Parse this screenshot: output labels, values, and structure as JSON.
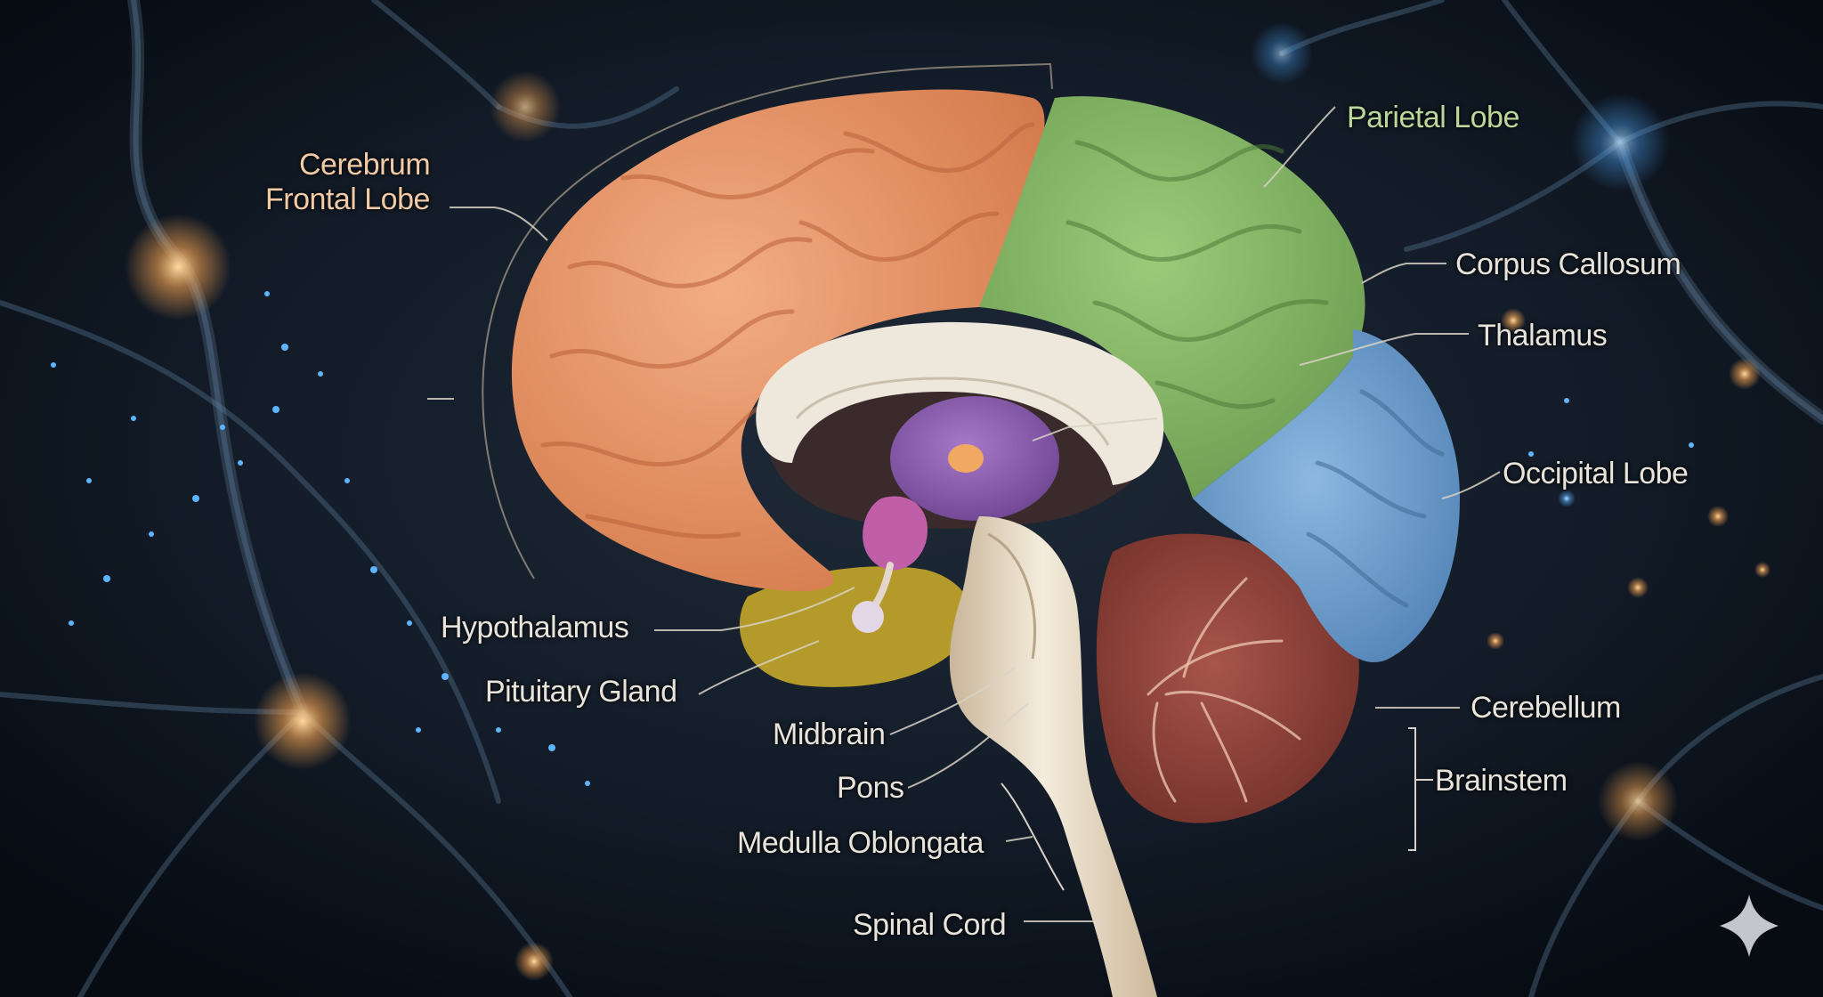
{
  "diagram": {
    "labels": {
      "cerebrum": "Cerebrum",
      "frontal_lobe": "Frontal Lobe",
      "parietal_lobe": "Parietal Lobe",
      "corpus_callosum": "Corpus Callosum",
      "thalamus": "Thalamus",
      "occipital_lobe": "Occipital Lobe",
      "hypothalamus": "Hypothalamus",
      "pituitary_gland": "Pituitary Gland",
      "midbrain": "Midbrain",
      "pons": "Pons",
      "medulla_oblongata": "Medulla Oblongata",
      "cerebellum": "Cerebellum",
      "brainstem": "Brainstem",
      "spinal_cord": "Spinal Cord"
    },
    "colors": {
      "background": "#0e1622",
      "frontal": "#e8956a",
      "parietal": "#7fae5f",
      "occipital": "#6c9fd0",
      "cerebellum": "#8c3f34",
      "temporal": "#b49a2a",
      "thalamus": "#8f5fb0",
      "hypothalamus": "#c05fa8",
      "brainstem": "#ece2cc"
    },
    "icons": {
      "corner_mark": "sparkle-icon"
    }
  }
}
